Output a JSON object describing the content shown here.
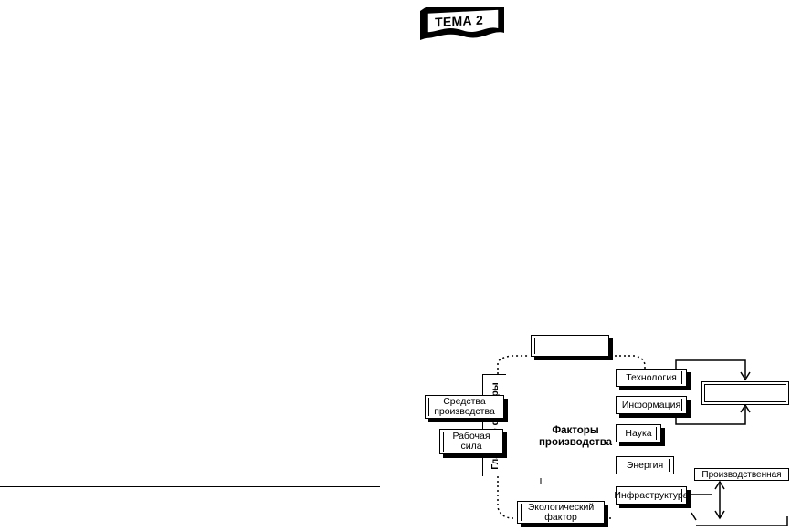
{
  "topic_badge": {
    "label": "ТЕМА 2"
  },
  "diagram": {
    "center_label_line1": "Факторы",
    "center_label_line2": "производства",
    "main_factors_label": "Главные факторы",
    "left_boxes": [
      {
        "line1": "Средства",
        "line2": "производства"
      },
      {
        "line1": "Рабочая",
        "line2": "сила"
      }
    ],
    "right_boxes": [
      "Технология",
      "Информация",
      "Наука",
      "Энергия",
      "Инфраструктура"
    ],
    "eco_box": {
      "line1": "Экологический",
      "line2": "фактор"
    },
    "infra_label": "Производственная"
  }
}
